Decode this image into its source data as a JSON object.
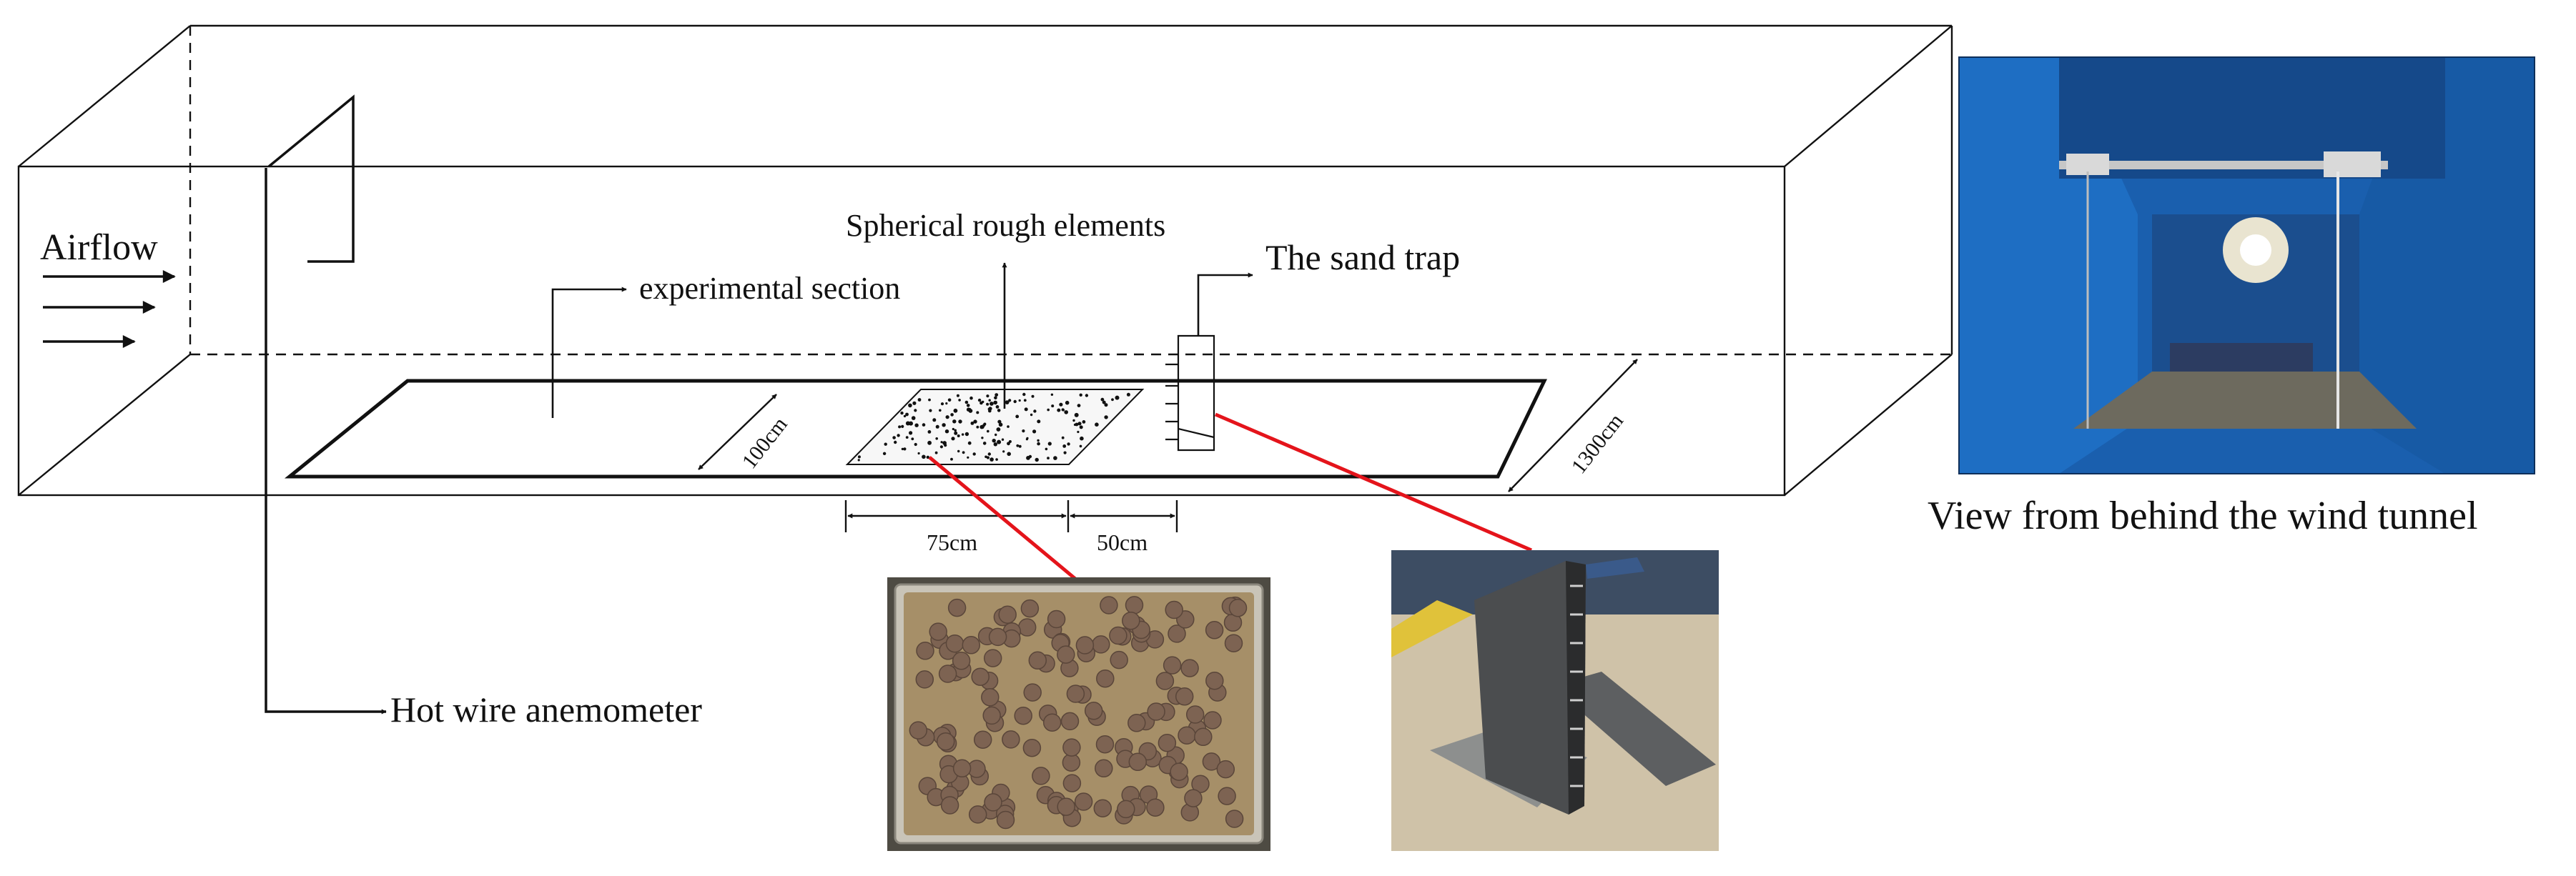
{
  "labels": {
    "airflow": "Airflow",
    "experimental_section": "experimental section",
    "spherical_rough_elements": "Spherical rough elements",
    "sand_trap": "The sand trap",
    "hot_wire_anemometer": "Hot wire anemometer",
    "view_caption": "View from behind the wind tunnel"
  },
  "dimensions": {
    "width_section": "100cm",
    "length_tunnel": "1300cm",
    "rough_patch_length": "75cm",
    "gap_to_trap": "50cm"
  },
  "colors": {
    "line": "#111111",
    "leader": "#e4141b",
    "sand_tray": "#a68f68",
    "sphere": "#7d6352",
    "tunnel_blue": "#1a5fae",
    "wood": "#cdbfa4",
    "metal": "#5d5f61"
  }
}
